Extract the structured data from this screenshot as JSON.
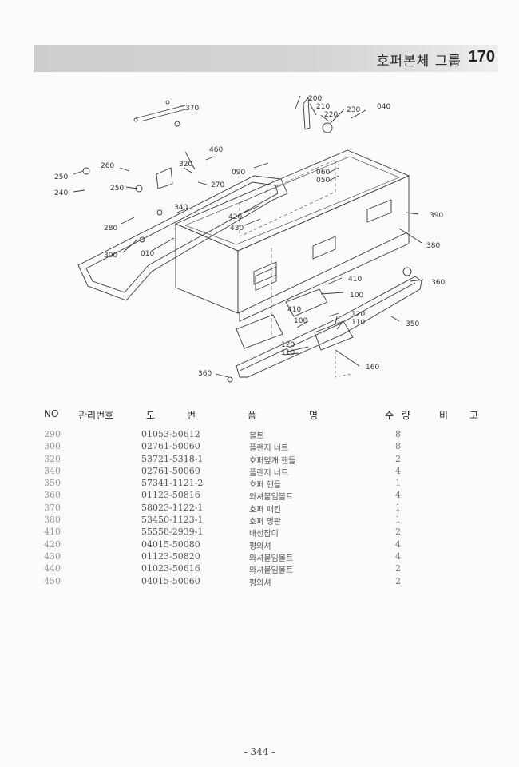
{
  "header": {
    "title": "호퍼본체 그룹",
    "group_number": "170"
  },
  "diagram": {
    "callouts": [
      "370",
      "200",
      "210",
      "220",
      "230",
      "040",
      "460",
      "320",
      "270",
      "250",
      "260",
      "250",
      "240",
      "090",
      "060",
      "050",
      "420",
      "430",
      "340",
      "280",
      "300",
      "010",
      "390",
      "380",
      "410",
      "100",
      "360",
      "410",
      "100",
      "120",
      "110",
      "350",
      "120",
      "110",
      "360",
      "160"
    ]
  },
  "table": {
    "headers": {
      "no": "NO",
      "code": "관리번호",
      "drawing_1": "도",
      "drawing_2": "번",
      "name_1": "품",
      "name_2": "명",
      "qty_1": "수",
      "qty_2": "량",
      "note_1": "비",
      "note_2": "고"
    },
    "rows": [
      {
        "no": "290",
        "code": "01053-50612",
        "name": "볼트",
        "qty": "8"
      },
      {
        "no": "300",
        "code": "02761-50060",
        "name": "플랜지 너트",
        "qty": "8"
      },
      {
        "no": "320",
        "code": "53721-5318-1",
        "name": "호퍼덮개 핸들",
        "qty": "2"
      },
      {
        "no": "340",
        "code": "02761-50060",
        "name": "플랜지 너트",
        "qty": "4"
      },
      {
        "no": "350",
        "code": "57341-1121-2",
        "name": "호퍼 핸들",
        "qty": "1"
      },
      {
        "no": "360",
        "code": "01123-50816",
        "name": "와셔붙임볼트",
        "qty": "4"
      },
      {
        "no": "370",
        "code": "58023-1122-1",
        "name": "호퍼 패킨",
        "qty": "1"
      },
      {
        "no": "380",
        "code": "53450-1123-1",
        "name": "호퍼 명판",
        "qty": "1"
      },
      {
        "no": "410",
        "code": "55558-2939-1",
        "name": "배선잡이",
        "qty": "2"
      },
      {
        "no": "420",
        "code": "04015-50080",
        "name": "평와셔",
        "qty": "4"
      },
      {
        "no": "430",
        "code": "01123-50820",
        "name": "와셔붙임볼트",
        "qty": "4"
      },
      {
        "no": "440",
        "code": "01023-50616",
        "name": "와셔붙임볼트",
        "qty": "2"
      },
      {
        "no": "450",
        "code": "04015-50060",
        "name": "평와셔",
        "qty": "2"
      }
    ]
  },
  "footer": {
    "page_number": "- 344 -"
  }
}
